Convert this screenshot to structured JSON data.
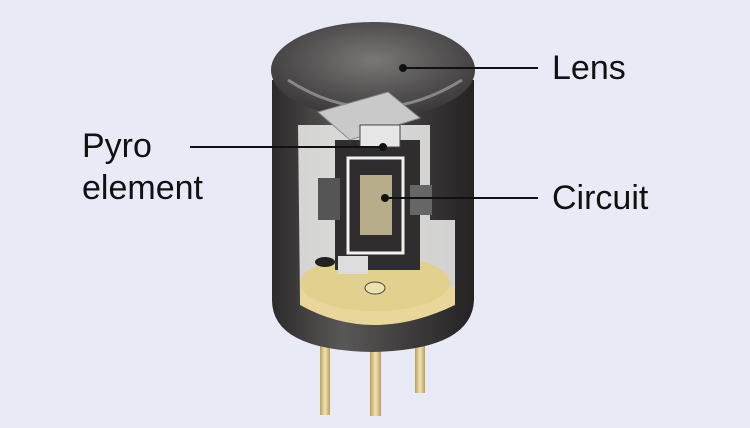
{
  "labels": {
    "lens": "Lens",
    "pyro_line1": "Pyro",
    "pyro_line2": "element",
    "circuit": "Circuit"
  },
  "colors": {
    "background": "#e8ebf5",
    "body": "#3a3838",
    "base": "#e6d7a0",
    "pins": "#d9c48a"
  }
}
